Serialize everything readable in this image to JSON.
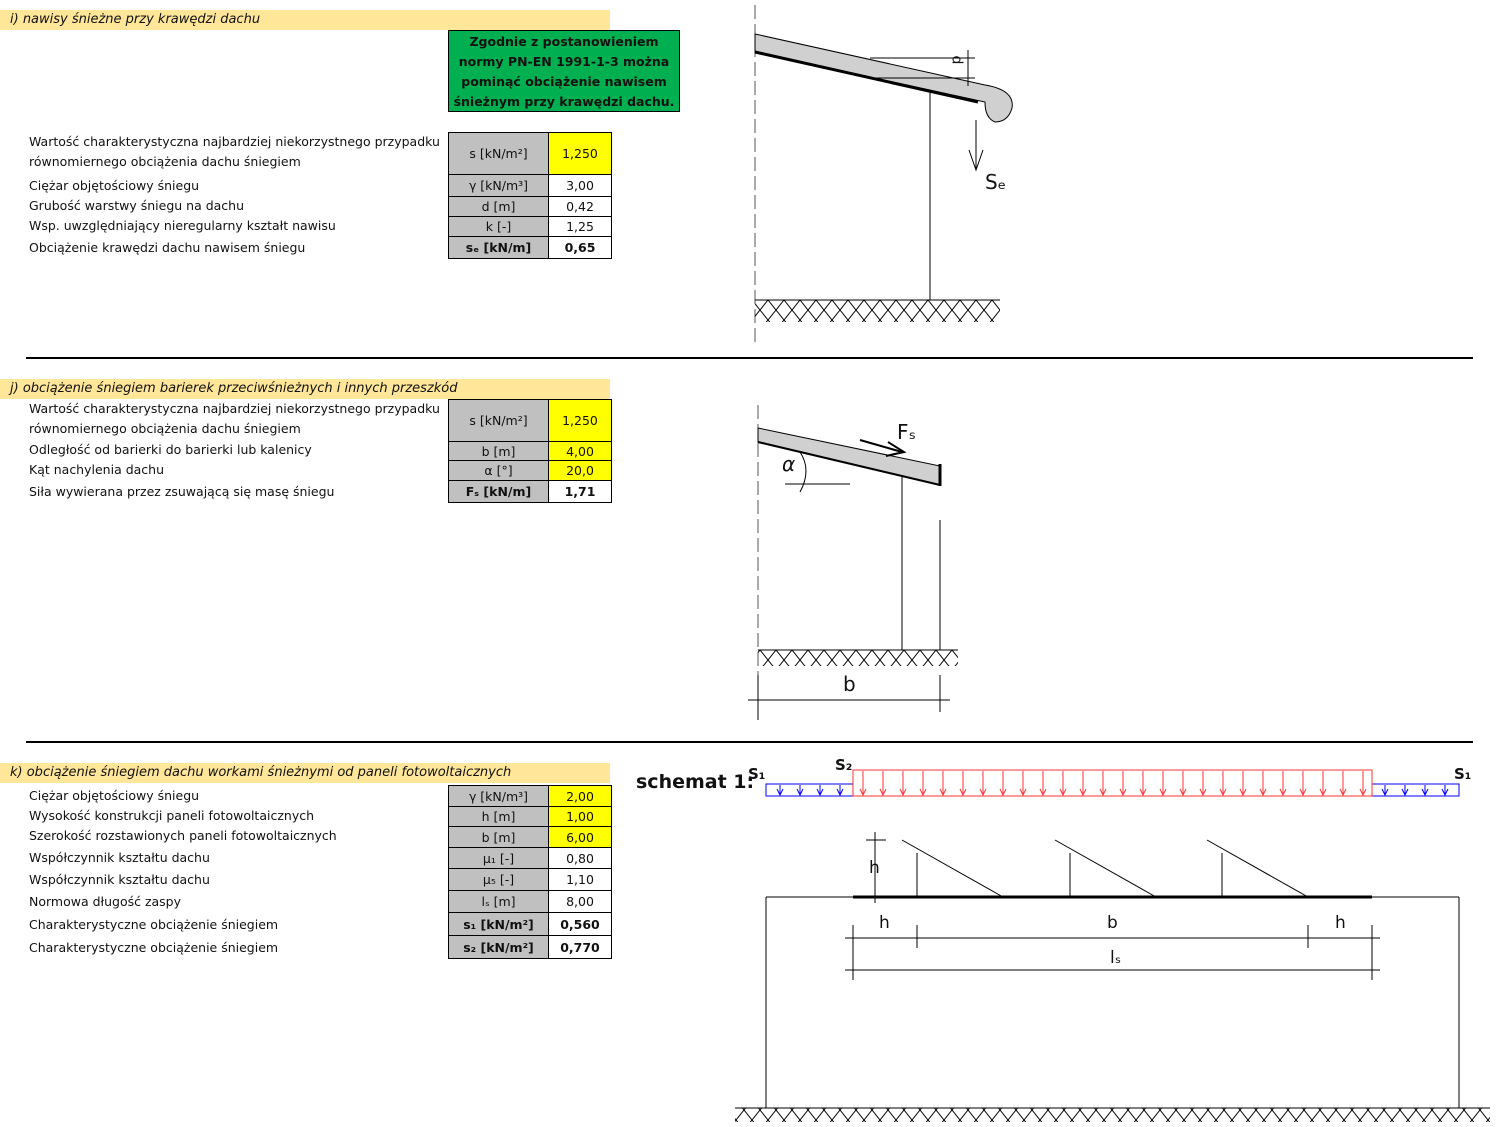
{
  "section_i": {
    "header": "i)  nawisy śnieżne przy krawędzi dachu",
    "note": "Zgodnie z postanowieniem normy PN-EN 1991-1-3 można pominąć obciążenie nawisem śnieżnym przy krawędzi dachu.",
    "rows": [
      {
        "label": "Wartość charakterystyczna najbardziej niekorzystnego przypadku równomiernego obciążenia dachu śniegiem",
        "key": "s [kN/m²]",
        "value": "1,250"
      },
      {
        "label": "Ciężar objętościowy śniegu",
        "key": "γ [kN/m³]",
        "value": "3,00"
      },
      {
        "label": "Grubość warstwy śniegu na dachu",
        "key": "d [m]",
        "value": "0,42"
      },
      {
        "label": "Wsp. uwzględniający nieregularny kształt nawisu",
        "key": "k [-]",
        "value": "1,25"
      },
      {
        "label": "Obciążenie krawędzi dachu nawisem śniegu",
        "key": "sₑ [kN/m]",
        "value": "0,65"
      }
    ],
    "diagram": {
      "d": "d",
      "se": "Sₑ"
    }
  },
  "section_j": {
    "header": "j)  obciążenie śniegiem barierek przeciwśnieżnych i innych przeszkód",
    "rows": [
      {
        "label": "Wartość charakterystyczna najbardziej niekorzystnego przypadku równomiernego obciążenia dachu śniegiem",
        "key": "s [kN/m²]",
        "value": "1,250"
      },
      {
        "label": "Odległość od barierki do barierki lub kalenicy",
        "key": "b [m]",
        "value": "4,00"
      },
      {
        "label": "Kąt nachylenia dachu",
        "key": "α [°]",
        "value": "20,0"
      },
      {
        "label": "Siła wywierana przez zsuwającą się masę śniegu",
        "key": "Fₛ [kN/m]",
        "value": "1,71"
      }
    ],
    "diagram": {
      "fs": "Fₛ",
      "alpha": "α",
      "b": "b"
    }
  },
  "section_k": {
    "header": "k)  obciążenie śniegiem dachu workami śnieżnymi od paneli fotowoltaicznych",
    "rows": [
      {
        "label": "Ciężar objętościowy śniegu",
        "key": "γ [kN/m³]",
        "value": "2,00"
      },
      {
        "label": "Wysokość konstrukcji paneli fotowoltaicznych",
        "key": "h [m]",
        "value": "1,00"
      },
      {
        "label": "Szerokość rozstawionych paneli fotowoltaicznych",
        "key": "b [m]",
        "value": "6,00"
      },
      {
        "label": "Współczynnik kształtu dachu",
        "key": "μ₁ [-]",
        "value": "0,80"
      },
      {
        "label": "Współczynnik kształtu dachu",
        "key": "μ₅ [-]",
        "value": "1,10"
      },
      {
        "label": "Normowa długość zaspy",
        "key": "lₛ [m]",
        "value": "8,00"
      },
      {
        "label": "Charakterystyczne obciążenie śniegiem",
        "key": "s₁ [kN/m²]",
        "value": "0,560"
      },
      {
        "label": "Charakterystyczne obciążenie śniegiem",
        "key": "s₂ [kN/m²]",
        "value": "0,770"
      }
    ],
    "diagram": {
      "schemat": "schemat  1:",
      "s1": "S₁",
      "s2": "S₂",
      "h": "h",
      "b": "b",
      "ls": "lₛ"
    }
  },
  "colors": {
    "header": "#ffe699",
    "input": "#ffff00",
    "note": "#00b050",
    "key": "#c0c0c0",
    "s1_load": "#0000ff",
    "s2_load": "#ff0000"
  }
}
